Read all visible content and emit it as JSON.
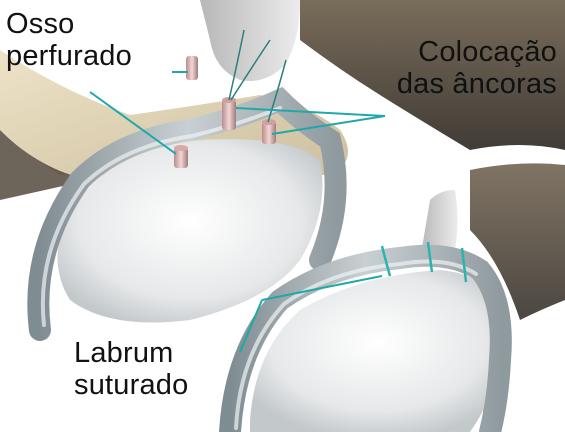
{
  "labels": {
    "drilled_bone": [
      "Osso",
      "perfurado"
    ],
    "anchor_placement": [
      "Colocação",
      "das âncoras"
    ],
    "sutured_labrum": [
      "Labrum",
      "suturado"
    ]
  },
  "colors": {
    "leader_line": "#1ea9a8",
    "bone": "#e0d3b7",
    "labrum": "#a6b0b5",
    "shadow": "#3c3328",
    "anchor": "#e8c0c0",
    "suture": "#2cb3b0"
  },
  "icons": {
    "top_panel": "labrum-with-anchors-illustration",
    "bottom_panel": "sutured-labrum-illustration"
  }
}
